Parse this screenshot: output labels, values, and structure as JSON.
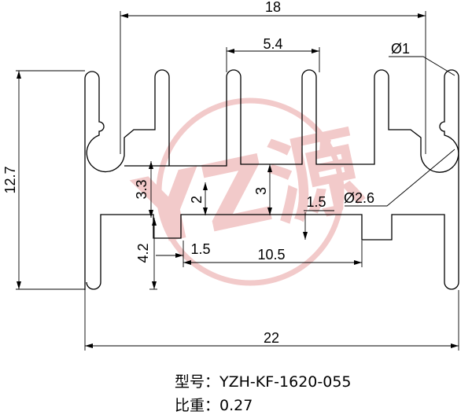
{
  "drawing": {
    "dimensions": {
      "top_width": "18",
      "slot_width": "5.4",
      "hole_small": "Ø1",
      "height_total": "12.7",
      "d_3_3": "3.3",
      "d_2": "2",
      "d_3": "3",
      "d_1_5_right": "1.5",
      "hole_large": "Ø2.6",
      "d_4_2": "4.2",
      "d_1_5_left": "1.5",
      "d_10_5": "10.5",
      "base_width": "22"
    },
    "watermark": {
      "text": "YZ源",
      "color": "#e8a0a0"
    },
    "line_color": "#000000"
  },
  "caption": {
    "model_label": "型号：",
    "model_value": "YZH-KF-1620-055",
    "weight_label": "比重：",
    "weight_value": "0.27"
  }
}
